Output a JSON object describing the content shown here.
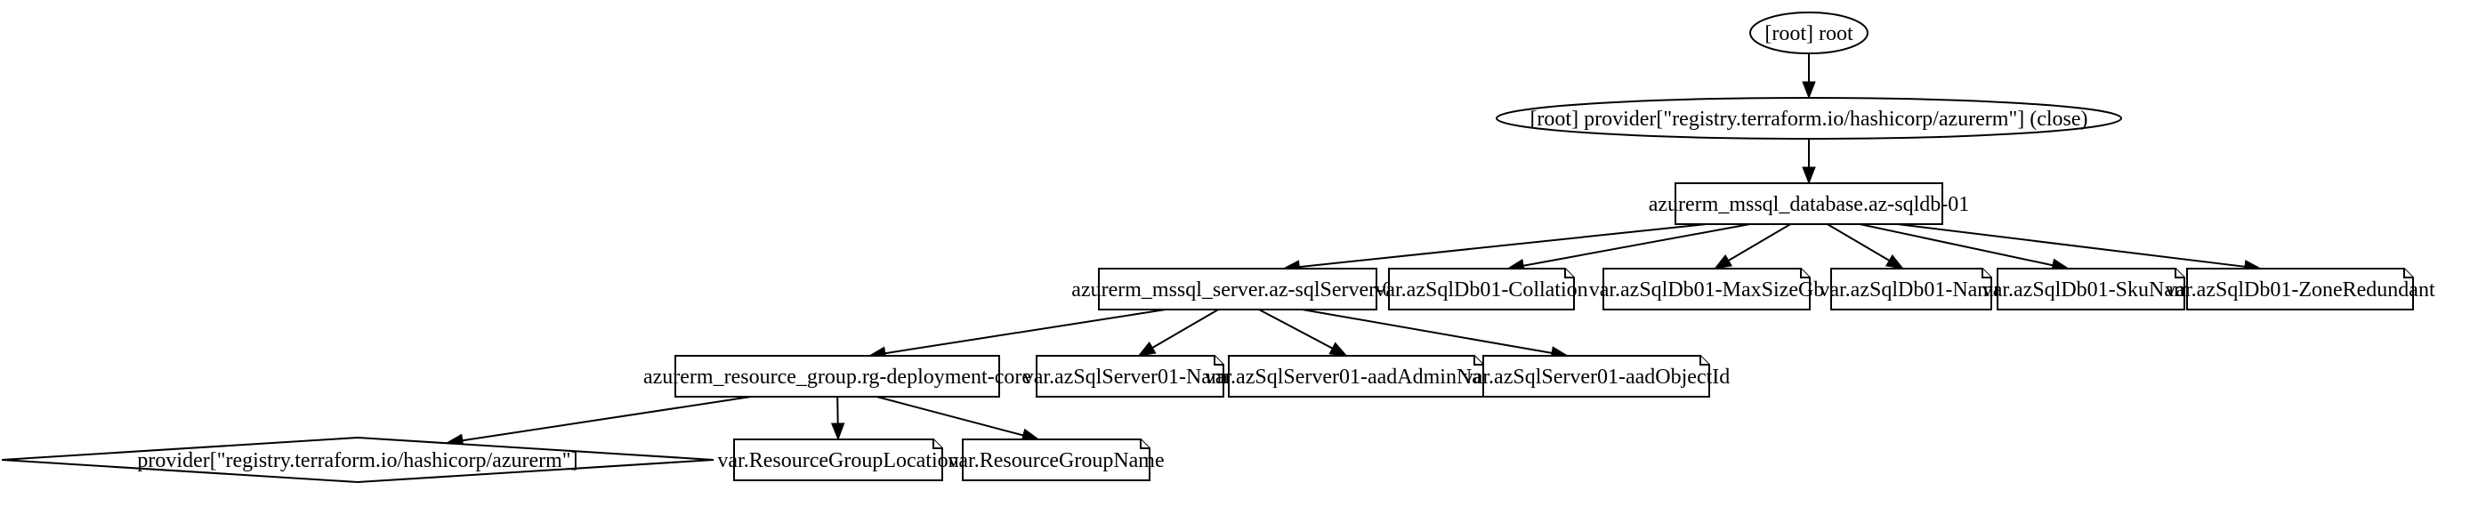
{
  "graph": {
    "nodes": [
      {
        "id": "root",
        "label": "[root] root",
        "shape": "ellipse"
      },
      {
        "id": "provider_close",
        "label": "[root] provider[\"registry.terraform.io/hashicorp/azurerm\"] (close)",
        "shape": "ellipse"
      },
      {
        "id": "sqldb",
        "label": "azurerm_mssql_database.az-sqldb-01",
        "shape": "box"
      },
      {
        "id": "sqlserver",
        "label": "azurerm_mssql_server.az-sqlServer-01",
        "shape": "box"
      },
      {
        "id": "db_collation",
        "label": "var.azSqlDb01-Collation",
        "shape": "note"
      },
      {
        "id": "db_maxsize",
        "label": "var.azSqlDb01-MaxSizeGb",
        "shape": "note"
      },
      {
        "id": "db_name",
        "label": "var.azSqlDb01-Name",
        "shape": "note"
      },
      {
        "id": "db_sku",
        "label": "var.azSqlDb01-SkuName",
        "shape": "note"
      },
      {
        "id": "db_zone",
        "label": "var.azSqlDb01-ZoneRedundant",
        "shape": "note"
      },
      {
        "id": "rg",
        "label": "azurerm_resource_group.rg-deployment-core",
        "shape": "box"
      },
      {
        "id": "srv_name",
        "label": "var.azSqlServer01-Name",
        "shape": "note"
      },
      {
        "id": "srv_admin",
        "label": "var.azSqlServer01-aadAdminName",
        "shape": "note"
      },
      {
        "id": "srv_obj",
        "label": "var.azSqlServer01-aadObjectId",
        "shape": "note"
      },
      {
        "id": "provider",
        "label": "provider[\"registry.terraform.io/hashicorp/azurerm\"]",
        "shape": "diamond"
      },
      {
        "id": "rg_location",
        "label": "var.ResourceGroupLocation",
        "shape": "note"
      },
      {
        "id": "rg_name",
        "label": "var.ResourceGroupName",
        "shape": "note"
      }
    ],
    "edges": [
      {
        "from": "root",
        "to": "provider_close"
      },
      {
        "from": "provider_close",
        "to": "sqldb"
      },
      {
        "from": "sqldb",
        "to": "sqlserver"
      },
      {
        "from": "sqldb",
        "to": "db_collation"
      },
      {
        "from": "sqldb",
        "to": "db_maxsize"
      },
      {
        "from": "sqldb",
        "to": "db_name"
      },
      {
        "from": "sqldb",
        "to": "db_sku"
      },
      {
        "from": "sqldb",
        "to": "db_zone"
      },
      {
        "from": "sqlserver",
        "to": "rg"
      },
      {
        "from": "sqlserver",
        "to": "srv_name"
      },
      {
        "from": "sqlserver",
        "to": "srv_admin"
      },
      {
        "from": "sqlserver",
        "to": "srv_obj"
      },
      {
        "from": "rg",
        "to": "provider"
      },
      {
        "from": "rg",
        "to": "rg_location"
      },
      {
        "from": "rg",
        "to": "rg_name"
      }
    ]
  }
}
